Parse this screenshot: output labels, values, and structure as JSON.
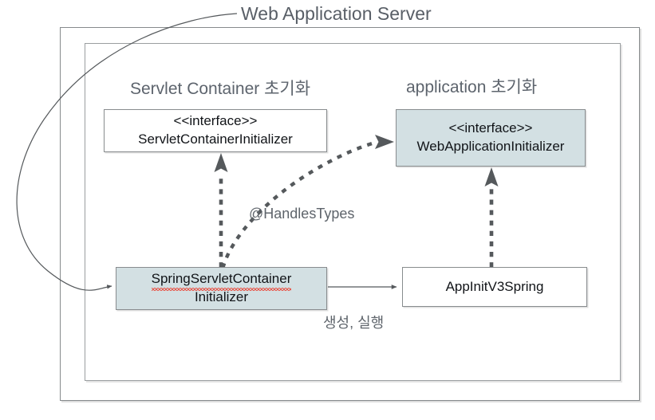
{
  "diagram": {
    "title": "Web Application Server",
    "sections": [
      {
        "id": "servlet-container",
        "heading": "Servlet Container 초기화"
      },
      {
        "id": "application",
        "heading": "application 초기화"
      }
    ],
    "nodes": [
      {
        "id": "servlet-container-initializer",
        "stereotype": "<<interface>>",
        "name": "ServletContainerInitializer",
        "fill": "#ffffff",
        "stroke": "#888c8e"
      },
      {
        "id": "web-application-initializer",
        "stereotype": "<<interface>>",
        "name": "WebApplicationInitializer",
        "fill": "#d3e0e3",
        "stroke": "#888c8e"
      },
      {
        "id": "spring-servlet-container-initializer",
        "name_line1": "SpringServletContainer",
        "name_line2": "Initializer",
        "fill": "#d3e0e3",
        "stroke": "#888c8e",
        "spellcheck_underline": true
      },
      {
        "id": "app-init-v3-spring",
        "name": "AppInitV3Spring",
        "fill": "#ffffff",
        "stroke": "#888c8e"
      }
    ],
    "edges": [
      {
        "id": "implements-servlet-container-initializer",
        "from": "spring-servlet-container-initializer",
        "to": "servlet-container-initializer",
        "style": "dotted",
        "arrow": "solid-triangle",
        "label": ""
      },
      {
        "id": "handles-types",
        "from": "spring-servlet-container-initializer",
        "to": "web-application-initializer",
        "style": "dotted",
        "arrow": "solid-triangle",
        "label": "@HandlesTypes"
      },
      {
        "id": "implements-web-application-initializer",
        "from": "app-init-v3-spring",
        "to": "web-application-initializer",
        "style": "dotted",
        "arrow": "solid-triangle",
        "label": ""
      },
      {
        "id": "create-and-run",
        "from": "spring-servlet-container-initializer",
        "to": "app-init-v3-spring",
        "style": "solid",
        "arrow": "solid-triangle",
        "label": "생성, 실행"
      },
      {
        "id": "server-loads-initializer",
        "from": "title",
        "to": "spring-servlet-container-initializer",
        "style": "curved-solid",
        "arrow": "solid-triangle",
        "label": ""
      }
    ],
    "labels": {
      "handles_types": "@HandlesTypes",
      "create_run": "생성, 실행"
    },
    "colors": {
      "title_text": "#595f67",
      "heading_text": "#5d646d",
      "node_text": "#111418",
      "node_fill_highlight": "#d3e0e3",
      "node_fill_plain": "#ffffff",
      "border": "#888c8e",
      "frame_border": "#868a8c",
      "connector": "#55595c",
      "edge_label_text": "#5e646b",
      "spellcheck_underline": "#e8554a",
      "background": "#ffffff"
    }
  }
}
